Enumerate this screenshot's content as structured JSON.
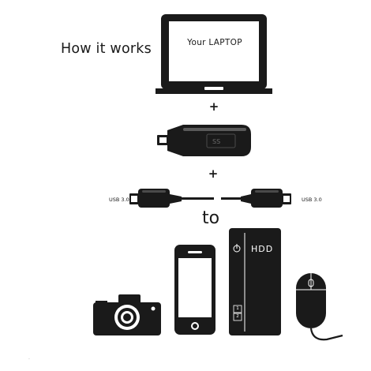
{
  "heading": "How it works",
  "laptop_screen_text": "Your LAPTOP",
  "plus_sign_1": "+",
  "plus_sign_2": "+",
  "adapter_engraving": "SS",
  "usb_label_left": "USB 3.0",
  "usb_label_right": "USB 3.0",
  "to_word": "to",
  "hdd_label": "HDD",
  "hdd_slots": [
    "1",
    "2"
  ],
  "icons": [
    "laptop-icon",
    "usb-adapter-icon",
    "usb-cable-icon",
    "camera-icon",
    "smartphone-icon",
    "hard-drive-icon",
    "mouse-icon"
  ],
  "colors": {
    "ink": "#1a1a1a",
    "background": "#ffffff",
    "adapter_shine": "#5a5a5a"
  }
}
